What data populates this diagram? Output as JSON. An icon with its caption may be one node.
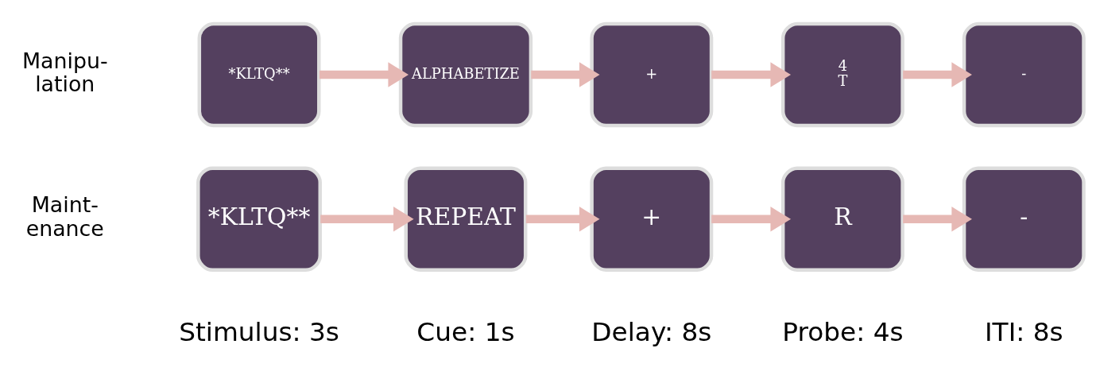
{
  "diagram": {
    "nodes": [
      {
        "text": [
          "*KLTQ**"
        ]
      },
      {
        "text": [
          "ALPHABETIZE"
        ]
      },
      {
        "text": [
          "+"
        ]
      },
      {
        "text": [
          "4 T"
        ]
      },
      {
        "text": [
          "-"
        ]
      },
      {
        "text": [
          "*KLTQ**"
        ]
      },
      {
        "text": [
          "REPEAT"
        ]
      },
      {
        "text": [
          "+"
        ]
      },
      {
        "text": [
          "R"
        ]
      },
      {
        "text": [
          "-"
        ]
      }
    ],
    "edges": [
      {
        "from": 0,
        "to": 1,
        "arrow": "to"
      },
      {
        "from": 1,
        "to": 2,
        "arrow": "to"
      },
      {
        "from": 2,
        "to": 3,
        "arrow": "to"
      },
      {
        "from": 3,
        "to": 4,
        "arrow": "to"
      },
      {
        "from": 5,
        "to": 6,
        "arrow": "to"
      },
      {
        "from": 6,
        "to": 7,
        "arrow": "to"
      },
      {
        "from": 7,
        "to": 8,
        "arrow": "to"
      },
      {
        "from": 8,
        "to": 9,
        "arrow": "to"
      }
    ],
    "labels": [
      "Manipu- lation",
      "Maint- enance",
      "Stimulus: 3s",
      "Cue: 1s",
      "Delay: 8s",
      "Probe: 4s",
      "ITI: 8s"
    ]
  }
}
